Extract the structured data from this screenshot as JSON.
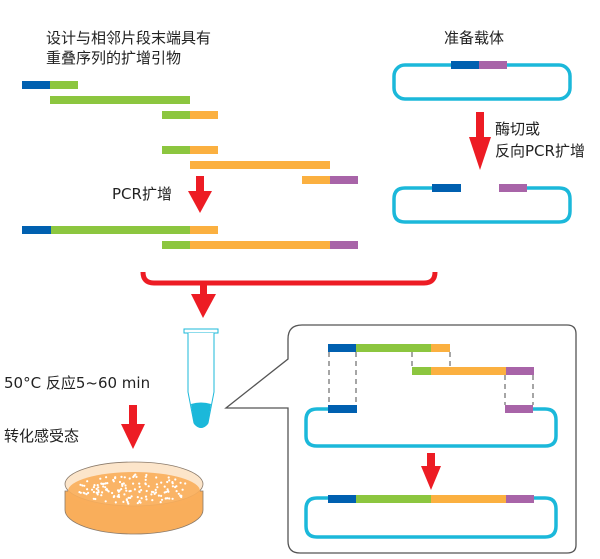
{
  "colors": {
    "blue": "#0060B0",
    "green": "#8CC63F",
    "orange": "#FBB040",
    "purple": "#A864A8",
    "cyan": "#1BB8DA",
    "red": "#ED1C24",
    "dashed": "#777777",
    "outline": "#555555",
    "plate_agar": "#F9AE5B",
    "plate_light": "#FCE5CA"
  },
  "labels": {
    "primer_design_line1": "设计与相邻片段末端具有",
    "primer_design_line2": "重叠序列的扩增引物",
    "pcr_amplify": "PCR扩增",
    "prepare_vector": "准备载体",
    "linearize_line1": "酶切或",
    "linearize_line2": "反向PCR扩增",
    "reaction": "50°C 反应5~60 min",
    "transform": "转化感受态"
  },
  "diagram": {
    "steps": [
      {
        "id": "primer-design",
        "label_keys": [
          "primer_design_line1",
          "primer_design_line2"
        ]
      },
      {
        "id": "pcr-amplification",
        "label_keys": [
          "pcr_amplify"
        ]
      },
      {
        "id": "vector-preparation",
        "label_keys": [
          "prepare_vector",
          "linearize_line1",
          "linearize_line2"
        ]
      },
      {
        "id": "assembly-reaction",
        "label_keys": [
          "reaction"
        ]
      },
      {
        "id": "transformation",
        "label_keys": [
          "transform"
        ]
      }
    ],
    "segments_legend": [
      "vector-end-blue",
      "insert-1-green",
      "insert-2-orange",
      "vector-end-purple"
    ]
  }
}
